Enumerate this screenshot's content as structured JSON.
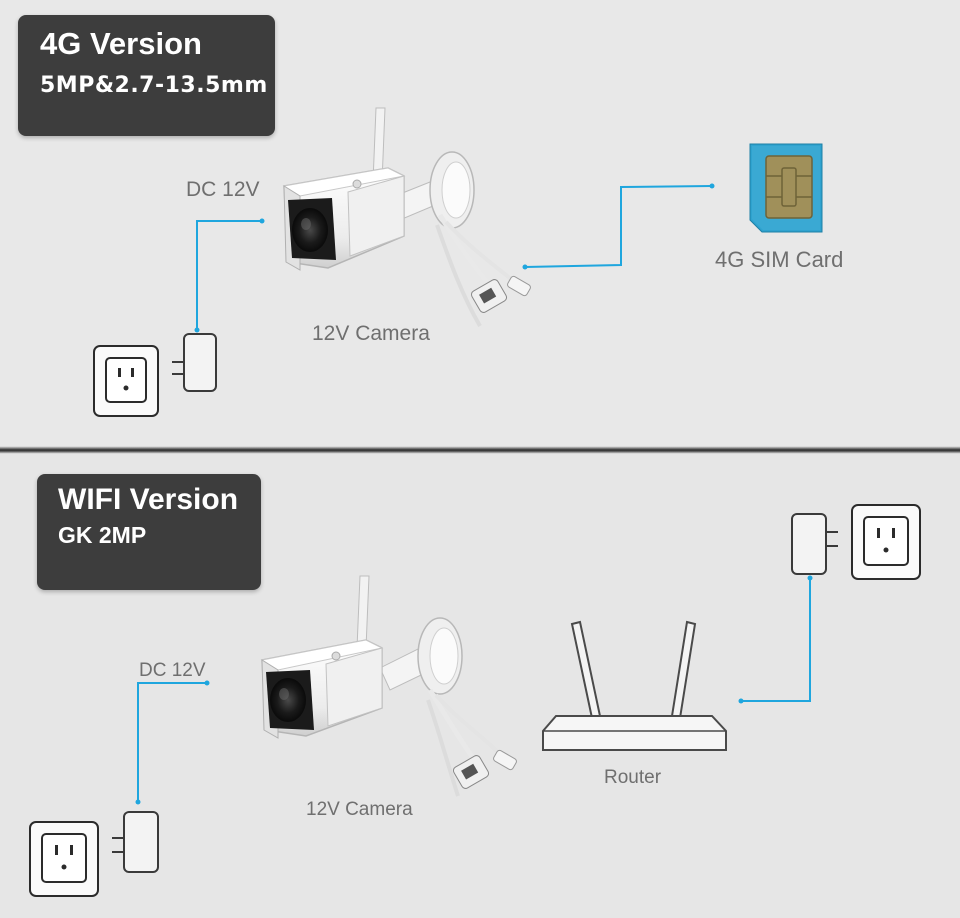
{
  "panel_4g": {
    "title": "4G Version",
    "subtitle": "5MP&2.7-13.5mm",
    "dc_label": "DC 12V",
    "camera_label": "12V Camera",
    "sim_label": "4G SIM Card"
  },
  "panel_wifi": {
    "title": "WIFI Version",
    "subtitle": "GK 2MP",
    "dc_label": "DC 12V",
    "camera_label": "12V Camera",
    "router_label": "Router"
  },
  "colors": {
    "cable": "#1fa6de",
    "title_box": "#3d3d3d",
    "sim_chip": "#a0905a",
    "sim_body": "#2fa3cf",
    "label_text": "#6f6f6f"
  },
  "icons": [
    "power-outlet-icon",
    "power-adapter-icon",
    "camera-icon",
    "sim-card-icon",
    "router-icon"
  ]
}
